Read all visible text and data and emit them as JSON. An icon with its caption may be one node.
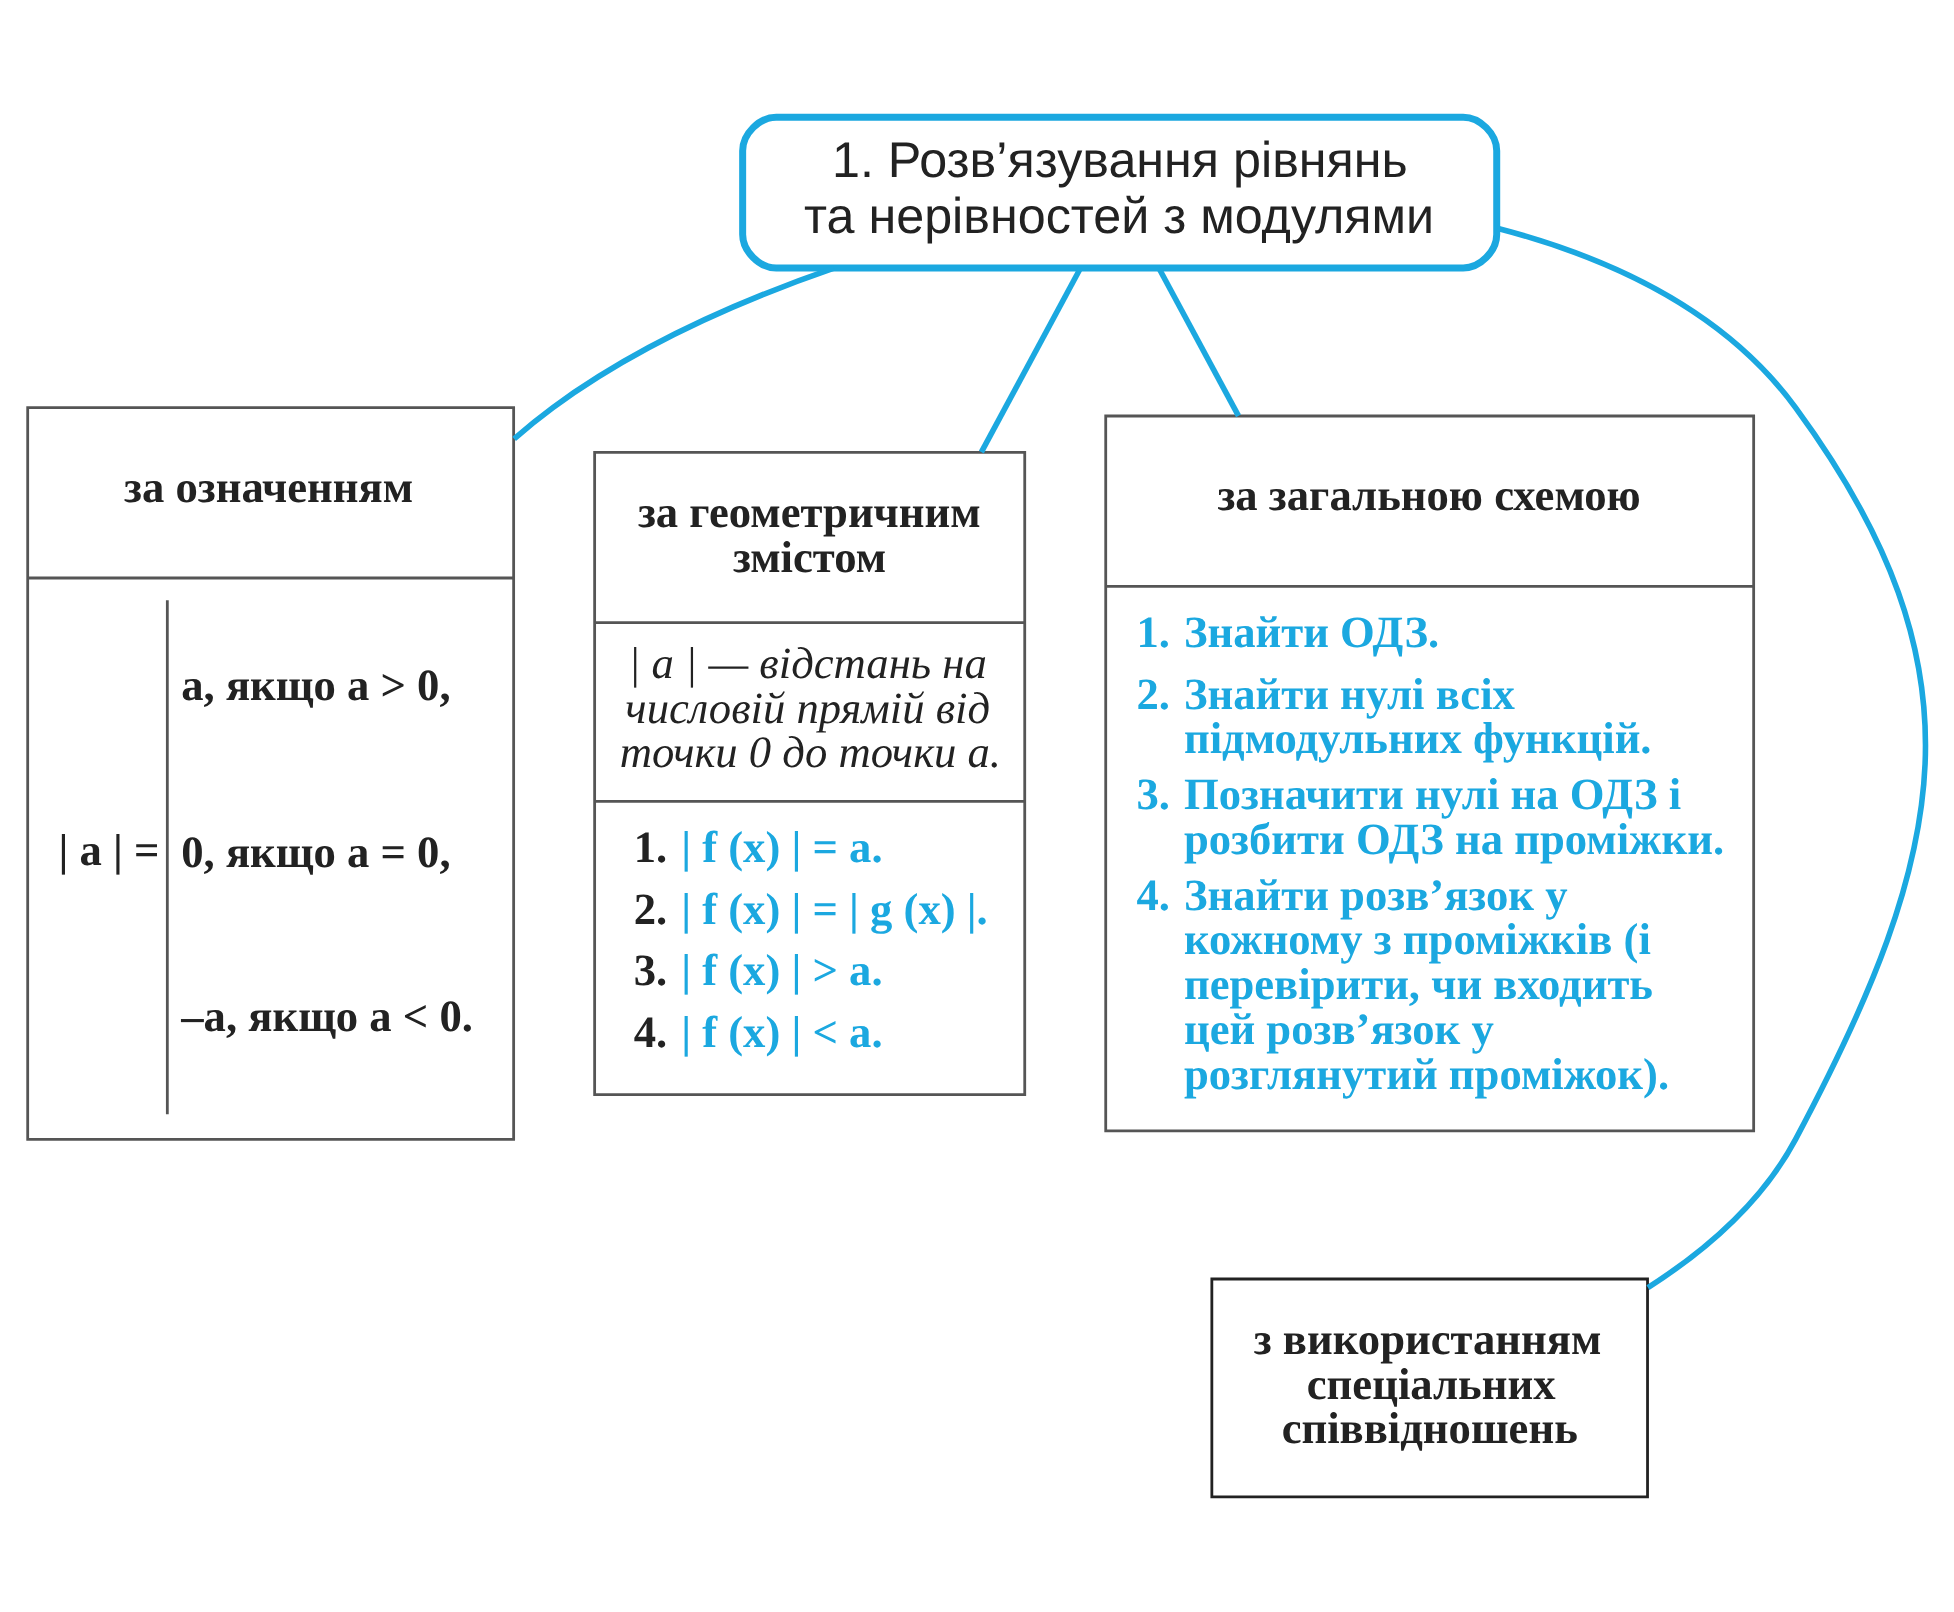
{
  "diagram": {
    "nodes": [
      {
        "text": [
          "1. Розв’язування рівнянь та нерівностей з модулями"
        ]
      },
      {
        "text": [
          "за означенням",
          "| a | =",
          "a, якщо a > 0,",
          "0, якщо a = 0,",
          "–a, якщо a < 0."
        ]
      },
      {
        "text": [
          "за геометричним змістом",
          "| a | — відстань на числовій прямій від точки 0 до точки a.",
          "1.",
          "| f (x) | = a.",
          "2.",
          "| f (x) | = | g (x) |.",
          "3.",
          "| f (x) | > a.",
          "4.",
          "| f (x) | < a."
        ]
      },
      {
        "text": [
          "за загальною схемою",
          "1.",
          "Знайти ОДЗ.",
          "2.",
          "Знайти нулі всіх підмодульних функцій.",
          "3.",
          "Позначити нулі на ОДЗ і розбити ОДЗ на проміжки.",
          "4.",
          "Знайти розв’язок у кожному з проміжків (і перевірити, чи входить цей розв’язок у розглянутий проміжок)."
        ]
      },
      {
        "text": [
          "з використанням спеціальних співвідношень"
        ]
      }
    ],
    "edges": [
      {
        "from": 0,
        "to": 1,
        "arrow": "none"
      },
      {
        "from": 0,
        "to": 2,
        "arrow": "none"
      },
      {
        "from": 0,
        "to": 4,
        "arrow": "none"
      },
      {
        "from": 0,
        "to": 3,
        "arrow": "none"
      }
    ]
  }
}
